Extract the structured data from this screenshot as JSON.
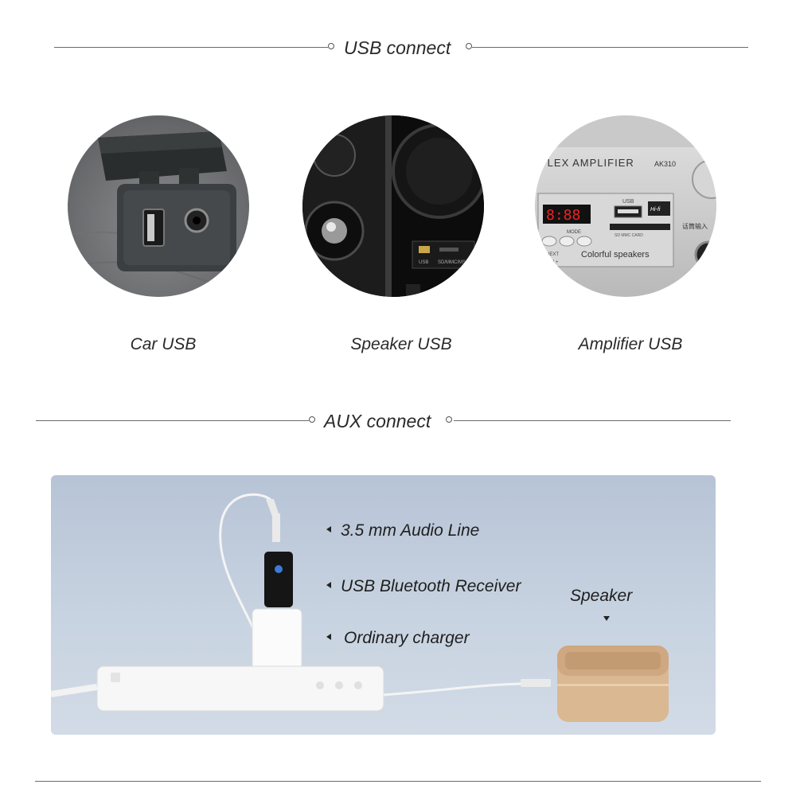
{
  "usb_section": {
    "title": "USB connect",
    "items": [
      {
        "caption": "Car USB"
      },
      {
        "caption": "Speaker USB",
        "port_labels": [
          "USB",
          "SD/MMC/MS"
        ]
      },
      {
        "caption": "Amplifier USB",
        "panel_title": "PLEX AMPLIFIER",
        "model": "AK310",
        "usb_label": "USB",
        "hifi_label": "Hi-fi",
        "card_label": "SD MMC CARD",
        "brand_text": "Colorful speakers",
        "display_digits": "8:88",
        "mode_label": "MODE",
        "next_label": "NEXT",
        "vol_label": "VOL+",
        "side_label": "话筒输入"
      }
    ]
  },
  "aux_section": {
    "title": "AUX connect",
    "callouts": [
      "3.5 mm Audio Line",
      "USB Bluetooth Receiver",
      "Ordinary charger"
    ],
    "speaker_label": "Speaker"
  },
  "colors": {
    "panel_bg": "#c3cfdd",
    "speaker_gold": "#d9b892",
    "text": "#2a2a2a"
  }
}
